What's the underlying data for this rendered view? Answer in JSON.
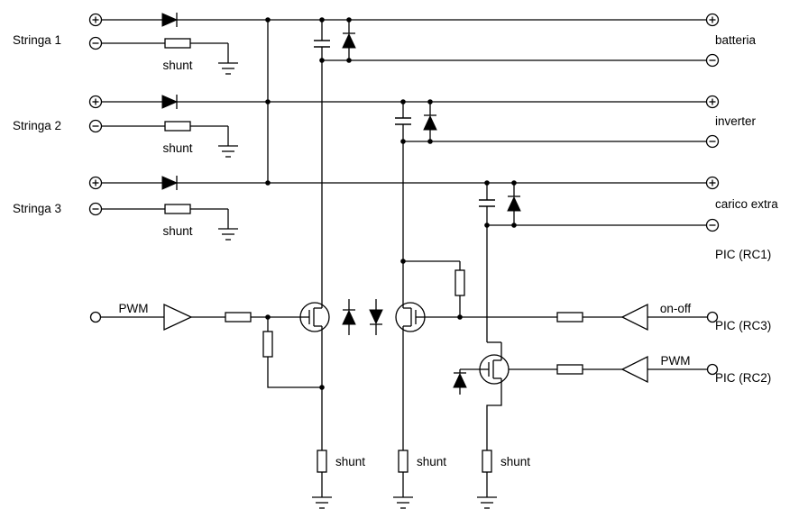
{
  "colors": {
    "line": "#000000",
    "background": "#ffffff"
  },
  "strings": [
    {
      "label": "Stringa 1",
      "shunt": "shunt"
    },
    {
      "label": "Stringa 2",
      "shunt": "shunt"
    },
    {
      "label": "Stringa 3",
      "shunt": "shunt"
    }
  ],
  "outputs": [
    {
      "label": "batteria"
    },
    {
      "label": "inverter"
    },
    {
      "label": "carico extra"
    }
  ],
  "pic_labels": {
    "rc1": "PIC (RC1)",
    "rc3": "PIC (RC3)",
    "rc2": "PIC (RC2)"
  },
  "signals": {
    "pwm_left": "PWM",
    "on_off": "on-off",
    "pwm_right": "PWM"
  },
  "bottom_shunts": [
    {
      "label": "shunt"
    },
    {
      "label": "shunt"
    },
    {
      "label": "shunt"
    }
  ]
}
